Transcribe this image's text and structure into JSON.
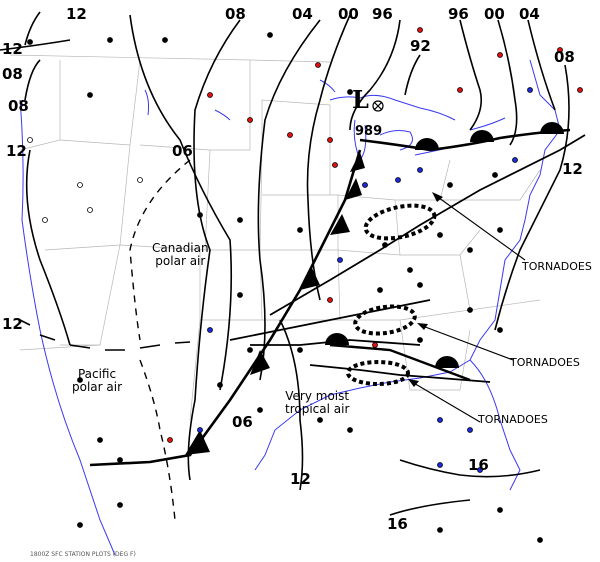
{
  "isobars": {
    "i12_top": "12",
    "i12_left": "12",
    "i08_left": "08",
    "i08_left2": "08",
    "i12_west": "12",
    "i08_top": "08",
    "i04_top": "04",
    "i00_top": "00",
    "i96_top": "96",
    "i92_top": "92",
    "i96_ne": "96",
    "i00_ne": "00",
    "i04_ne": "04",
    "i08_ne": "08",
    "i06_mid": "06",
    "i12_east": "12",
    "i12_sw": "12",
    "i06_south": "06",
    "i12_south": "12",
    "i16_se": "16",
    "i16_se2": "16"
  },
  "low": {
    "symbol": "L",
    "pressure": "989"
  },
  "air_masses": {
    "canadian": "Canadian\npolar air",
    "pacific": "Pacific\npolar air",
    "tropical": "Very moist\ntropical air"
  },
  "tornado_labels": [
    "TORNADOES",
    "TORNADOES",
    "TORNADOES"
  ],
  "footer": "1800Z SFC STATION PLOTS (DEG F)",
  "colors": {
    "ink": "#000000",
    "coast": "#3a3af0",
    "border": "#b0b0b0",
    "red": "#e01010",
    "blue": "#1a2ad8"
  }
}
